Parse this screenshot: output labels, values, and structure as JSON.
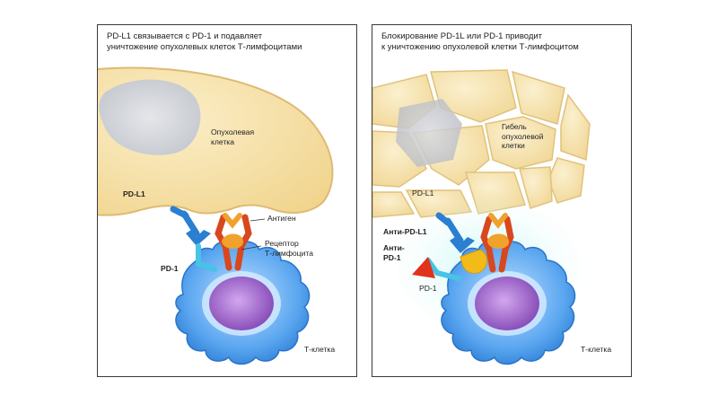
{
  "left_panel": {
    "caption_line1": "PD-L1 связывается с PD-1 и подавляет",
    "caption_line2": "уничтожение опухолевых клеток Т-лимфоцитами",
    "tumor_label_line1": "Опухолевая",
    "tumor_label_line2": "клетка",
    "pdl1_label": "PD-L1",
    "antigen_label": "Антиген",
    "receptor_label_line1": "Рецептор",
    "receptor_label_line2": "Т-лимфоцита",
    "pd1_label": "PD-1",
    "tcell_label": "Т-клетка"
  },
  "right_panel": {
    "caption_line1": "Блокирование PD-1L или PD-1  приводит",
    "caption_line2": "к уничтожению опухолевой клетки Т-лимфоцитом",
    "death_label_line1": "Гибель",
    "death_label_line2": "опухолевой",
    "death_label_line3": "клетки",
    "pdl1_label": "PD-L1",
    "anti_pdl1_label": "Анти-PD-L1",
    "anti_pd1_label_line1": "Анти-",
    "anti_pd1_label_line2": "PD-1",
    "pd1_label": "PD-1",
    "tcell_label": "Т-клетка"
  },
  "colors": {
    "tumor_fill": "#f6e3ae",
    "tumor_edge": "#e2c27a",
    "nucleus_gray": "#cfd1d6",
    "tcell_blue": "#3d8fe6",
    "tcell_nucleus": "#9b63c6",
    "pdl1_blue": "#2a7fd0",
    "pd1_cyan": "#47c3e6",
    "receptor_red": "#d9471f",
    "antigen_orange": "#f0a22c",
    "anti_pdl1_yellow": "#f2bb1a",
    "anti_pd1_red": "#e0321c",
    "glow_cyan": "#bff0f4"
  }
}
